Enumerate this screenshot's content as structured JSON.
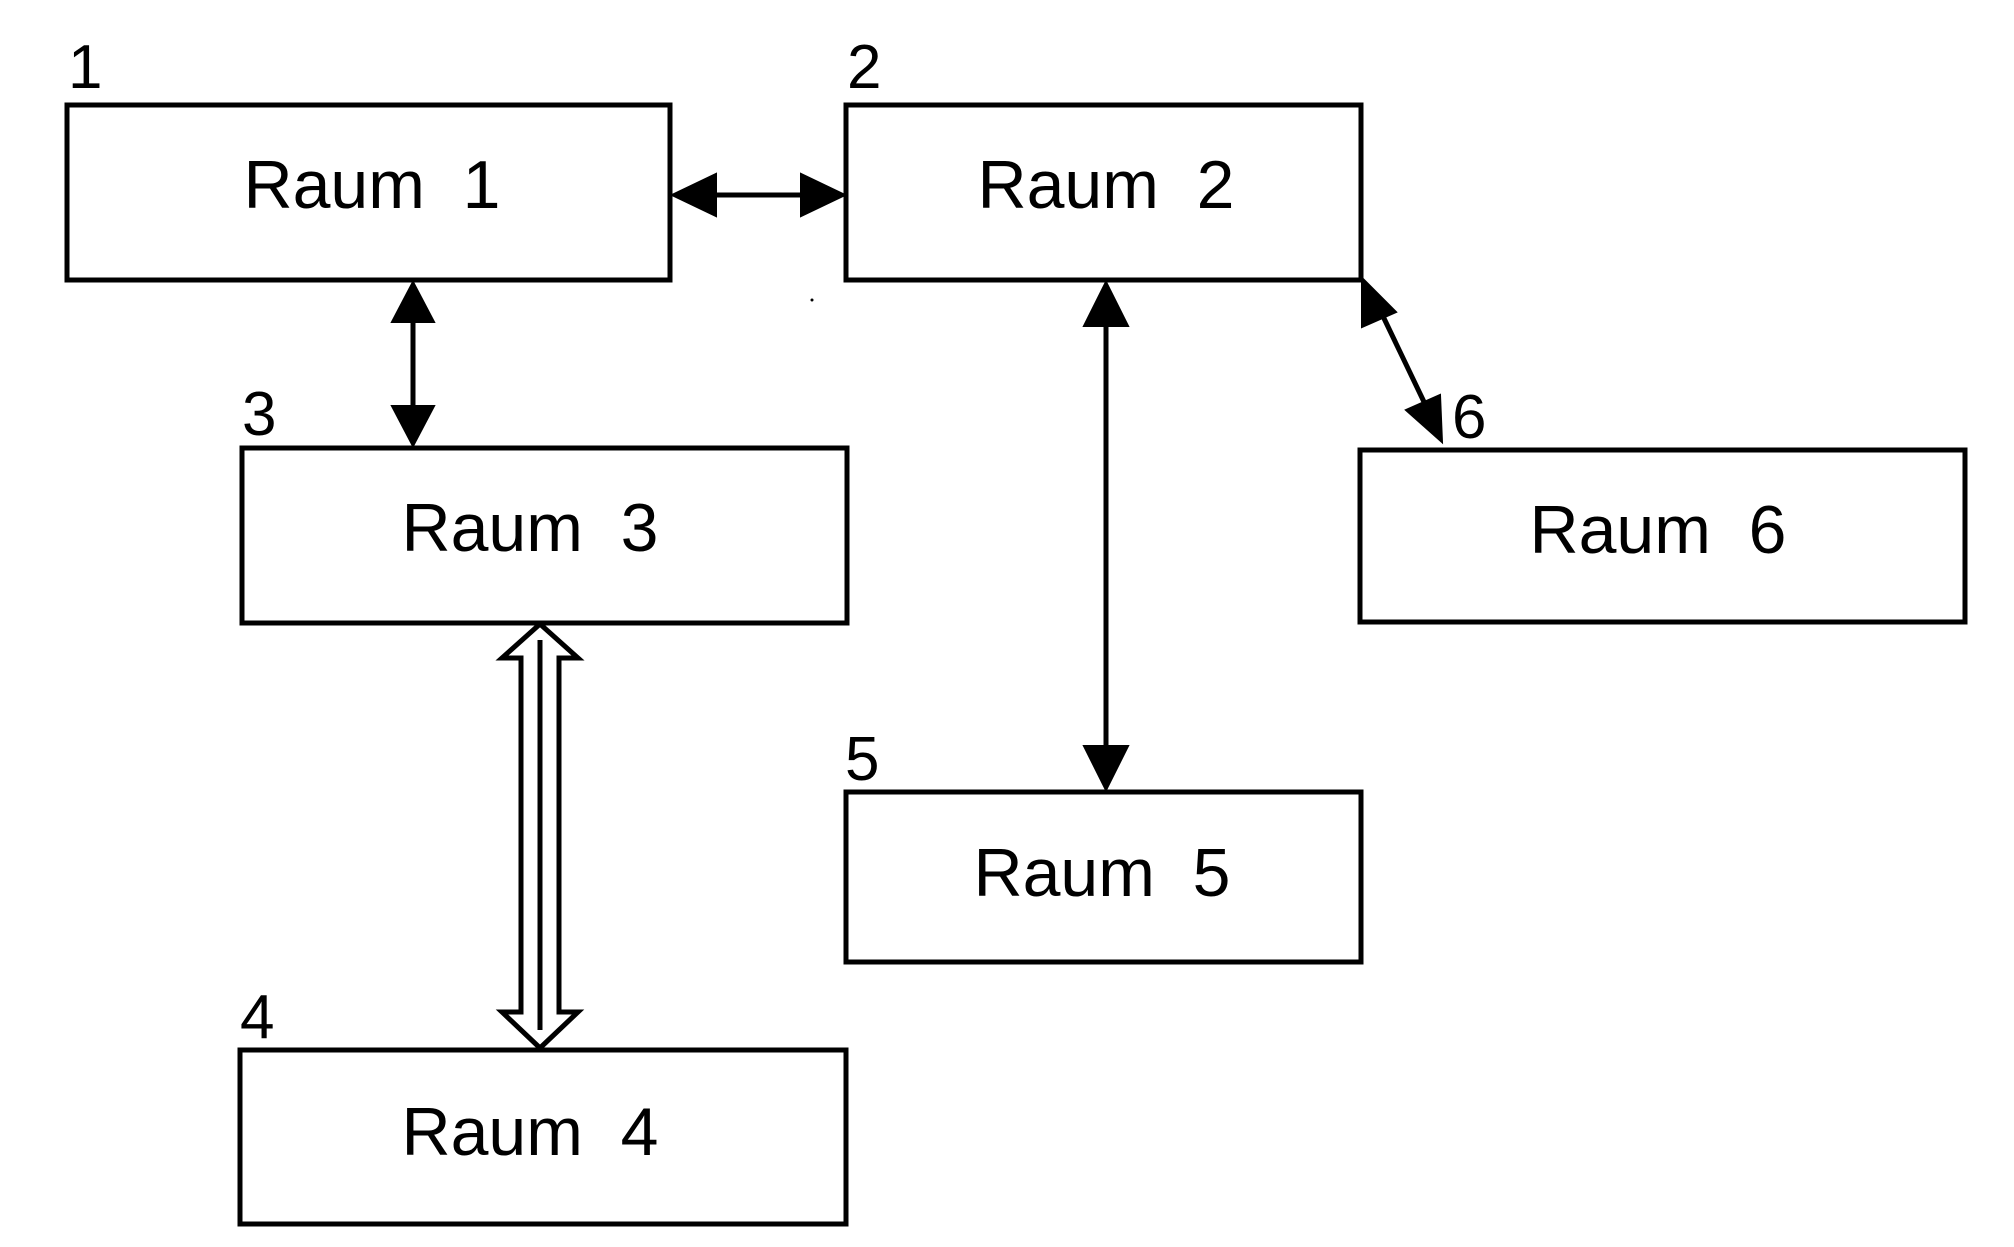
{
  "rooms": [
    {
      "id": "1",
      "number": "1",
      "label": "Raum  1"
    },
    {
      "id": "2",
      "number": "2",
      "label": "Raum  2"
    },
    {
      "id": "3",
      "number": "3",
      "label": "Raum  3"
    },
    {
      "id": "4",
      "number": "4",
      "label": "Raum  4"
    },
    {
      "id": "5",
      "number": "5",
      "label": "Raum  5"
    },
    {
      "id": "6",
      "number": "6",
      "label": "Raum  6"
    }
  ],
  "connections": [
    {
      "from": "1",
      "to": "2",
      "style": "solid-double-arrow"
    },
    {
      "from": "1",
      "to": "3",
      "style": "solid-double-arrow"
    },
    {
      "from": "2",
      "to": "5",
      "style": "solid-double-arrow"
    },
    {
      "from": "2",
      "to": "6",
      "style": "solid-double-arrow"
    },
    {
      "from": "3",
      "to": "4",
      "style": "hollow-double-arrow"
    }
  ],
  "colors": {
    "line": "#000000",
    "background": "#ffffff"
  }
}
